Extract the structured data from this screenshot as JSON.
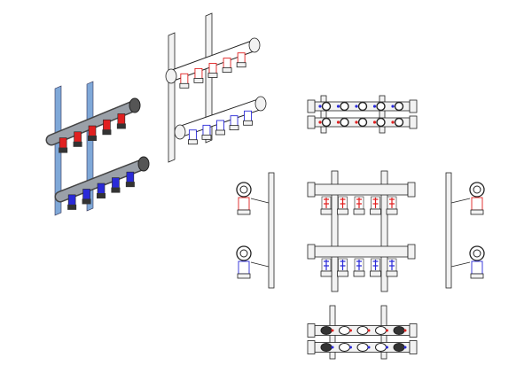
{
  "drawing": {
    "colors": {
      "supply": "#e02020",
      "return": "#2a2ad8",
      "bracket_3d": "#7fa8d8",
      "line": "#222222",
      "fill": "#f2f2f2",
      "body_3d": "#9aa0a8"
    },
    "outlets_per_bar": 5,
    "views": [
      "isometric-shaded",
      "isometric-line",
      "top-view",
      "front-view",
      "left-side-view",
      "right-side-view",
      "bottom-view"
    ]
  }
}
